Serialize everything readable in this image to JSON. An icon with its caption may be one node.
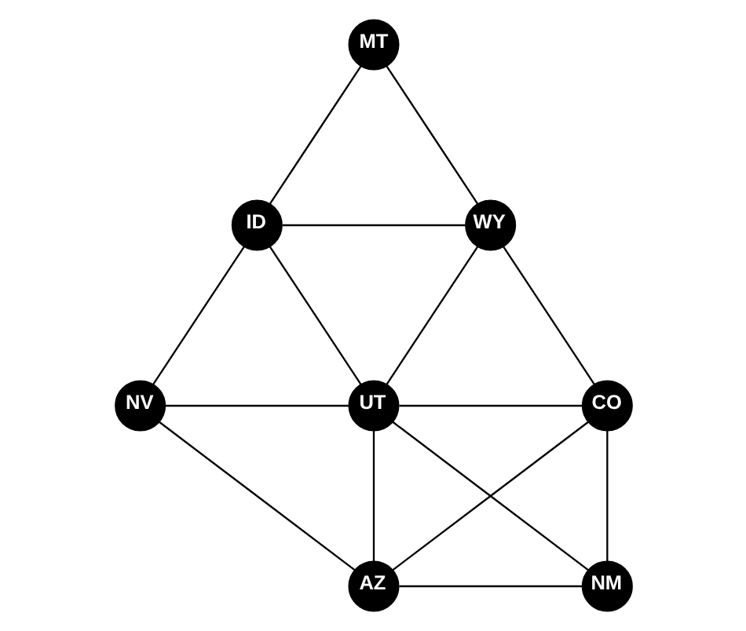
{
  "diagram": {
    "nodes": [
      {
        "text": [
          "MT"
        ]
      },
      {
        "text": [
          "ID"
        ]
      },
      {
        "text": [
          "WY"
        ]
      },
      {
        "text": [
          "NV"
        ]
      },
      {
        "text": [
          "UT"
        ]
      },
      {
        "text": [
          "CO"
        ]
      },
      {
        "text": [
          "AZ"
        ]
      },
      {
        "text": [
          "NM"
        ]
      }
    ],
    "edges": [
      {
        "from": 3,
        "to": 1,
        "arrow": "none"
      },
      {
        "from": 1,
        "to": 0,
        "arrow": "none"
      },
      {
        "from": 0,
        "to": 2,
        "arrow": "none"
      },
      {
        "from": 1,
        "to": 2,
        "arrow": "none"
      },
      {
        "from": 1,
        "to": 4,
        "arrow": "none"
      },
      {
        "from": 4,
        "to": 2,
        "arrow": "none"
      },
      {
        "from": 2,
        "to": 5,
        "arrow": "none"
      },
      {
        "from": 3,
        "to": 4,
        "arrow": "none"
      },
      {
        "from": 4,
        "to": 5,
        "arrow": "none"
      },
      {
        "from": 3,
        "to": 6,
        "arrow": "none"
      },
      {
        "from": 4,
        "to": 6,
        "arrow": "none"
      },
      {
        "from": 4,
        "to": 7,
        "arrow": "none"
      },
      {
        "from": 6,
        "to": 5,
        "arrow": "none"
      },
      {
        "from": 5,
        "to": 7,
        "arrow": "none"
      },
      {
        "from": 6,
        "to": 7,
        "arrow": "none"
      }
    ]
  }
}
